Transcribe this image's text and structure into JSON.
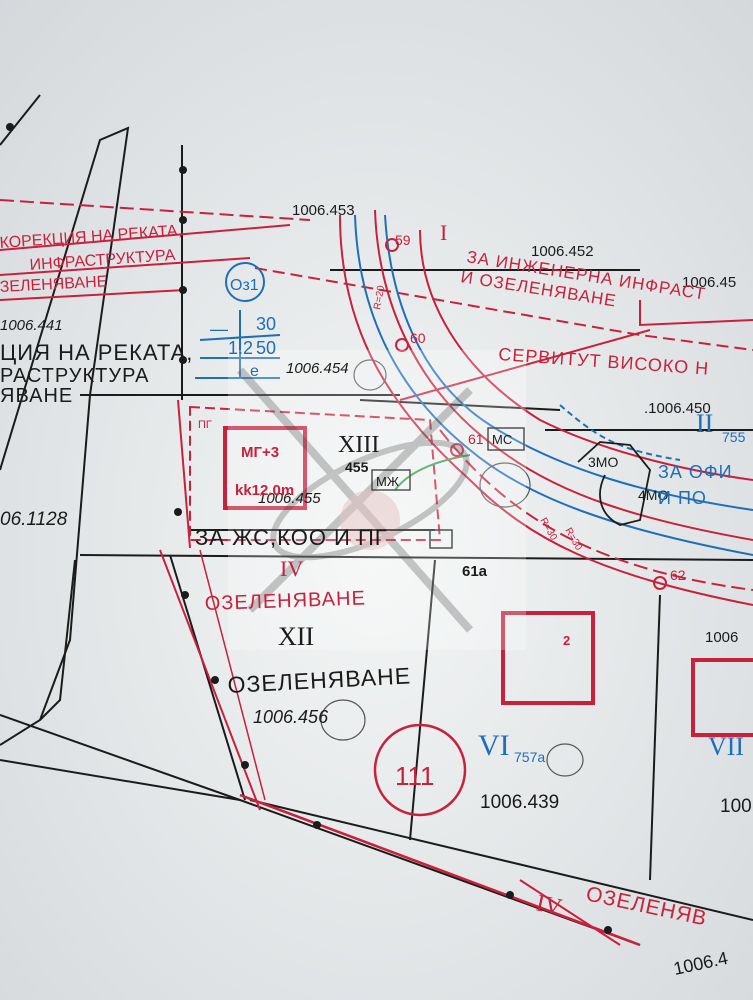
{
  "colors": {
    "paper": "#eceff0",
    "black": "#1b1b1b",
    "red": "#c8213c",
    "blue": "#1d6fb8",
    "green": "#3a9a4a"
  },
  "labels": {
    "struck_top_1": "КОРЕКЦИЯ НА РЕКАТА,",
    "struck_top_2": "ИНФРАСТРУКТУРА",
    "struck_top_3": "ЗЕЛЕНЯВАНЕ",
    "id_1006_441": "1006.441",
    "left_text_1": "ЦИЯ НА РЕКАТА,",
    "left_text_2": "РАСТРУКТУРА",
    "left_text_3": "ЯВАНЕ",
    "id_1006_1128": "06.1128",
    "id_1006_453": "1006.453",
    "zone_code": "Оз1",
    "zone_dash": "—",
    "zone_30": "30",
    "zone_1_2": "1.2",
    "zone_50": "50",
    "zone_e": "е",
    "id_1006_454": "1006.454",
    "pt_59": "59",
    "pt_60": "60",
    "pt_61": "61",
    "pt_62": "62",
    "pt_61a": "61а",
    "r_20": "R=20",
    "r_30a": "R=30",
    "r_30b": "R=30",
    "roman_i": "I",
    "top_right_1": "ЗА ИНЖЕНЕРНА ИНФРАСТ",
    "top_right_2": "И ОЗЕЛЕНЯВАНЕ",
    "id_1006_452": "1006.452",
    "id_1006_45x": "1006.45",
    "servitut": "СЕРВИТУТ ВИСОКО Н",
    "id_1006_450": ".1006.450",
    "roman_ii": "II",
    "plot_755": "755",
    "za_ofi": "ЗА ОФИ",
    "i_po": "И ПО",
    "mo3": "3МО",
    "mo4": "4МО",
    "pg": "ПГ",
    "mg3": "МГ+3",
    "kk12": "kk12.0m",
    "roman_xiii": "XIII",
    "plot_455": "455",
    "mzh": "МЖ",
    "ms": "МС",
    "id_1006_455": "1006.455",
    "za_zhs": "ЗА ЖС,КОО И ПГ",
    "roman_iv_a": "IV",
    "ozel_struck": "ОЗЕЛЕНЯВАНЕ",
    "roman_xii": "XII",
    "ozel_xii": "ОЗЕЛЕНЯВАНЕ",
    "id_1006_456": "1006.456",
    "block_111": "111",
    "plot_2": "2",
    "roman_vi": "VI",
    "plot_757a": "757а",
    "id_1006_439": "1006.439",
    "id_1006_r": "1006",
    "roman_vii": "VII",
    "id_100_r": "100",
    "roman_iv_b": "IV",
    "ozel_bottom": "ОЗЕЛЕНЯВ",
    "id_1006_4b": "1006.4"
  }
}
